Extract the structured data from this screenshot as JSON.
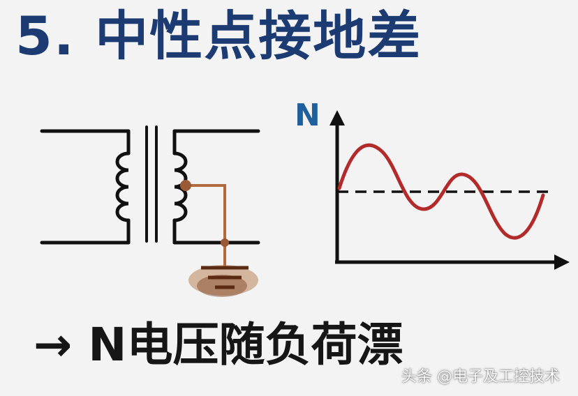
{
  "title": "5. 中性点接地差",
  "diagram": {
    "axis_label": "N",
    "caption": "→ N电压随负荷漂",
    "colors": {
      "title": "#1d3b73",
      "axis_label": "#1f5f9e",
      "wave": "#b22a2a",
      "ground_wire": "#b06a3e",
      "lines": "#111111"
    }
  },
  "watermark": "头条 @电子及工控技术"
}
